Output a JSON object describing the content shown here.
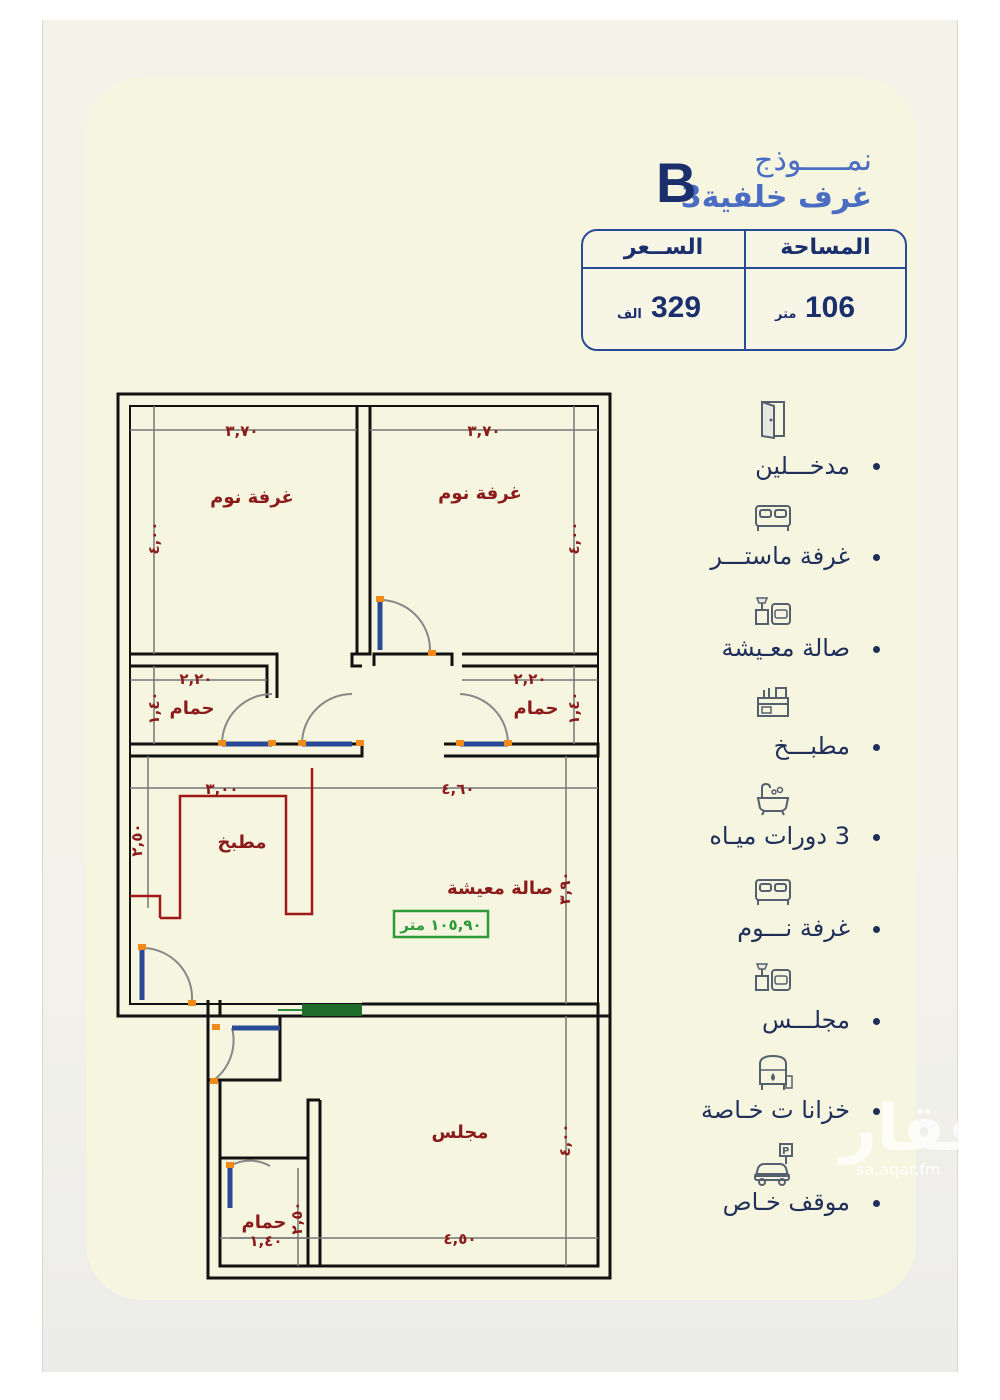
{
  "header": {
    "model_label": "نمـــــوذج",
    "model_letter": "B",
    "model_subtitle": "3غرف خلفية"
  },
  "info": {
    "area_label": "المساحة",
    "area_value": "106",
    "area_unit": "متر",
    "price_label": "الســعر",
    "price_value": "329",
    "price_unit": "الف"
  },
  "features": [
    {
      "label": "مدخـــلين",
      "icon": "door-icon"
    },
    {
      "label": "غرفة ماستـــر",
      "icon": "bed-icon"
    },
    {
      "label": "صالة معـيشة",
      "icon": "living-room-icon"
    },
    {
      "label": "مطبـــخ",
      "icon": "kitchen-icon"
    },
    {
      "label": "3 دورات ميـاه",
      "icon": "bathtub-icon"
    },
    {
      "label": "غرفة نـــوم",
      "icon": "bed-icon"
    },
    {
      "label": "مجلـــس",
      "icon": "sofa-icon"
    },
    {
      "label": "خزانا ت خـاصة",
      "icon": "water-tank-icon"
    },
    {
      "label": "موقف خـاص",
      "icon": "parking-icon"
    }
  ],
  "plan": {
    "rooms": {
      "bedroom_left": "غرفة نوم",
      "bedroom_right": "غرفة نوم",
      "bath_left": "حمام",
      "bath_right": "حمام",
      "kitchen": "مطبخ",
      "living": "صالة معيشة",
      "majlis": "مجلس",
      "bath_bottom": "حمام"
    },
    "dims": {
      "bed_left_w": "٣,٧٠",
      "bed_left_h": "٤,٠٠",
      "bed_right_w": "٣,٧٠",
      "bed_right_h": "٤,٠٠",
      "bath_left_w": "٢,٢٠",
      "bath_left_h": "١,٤٠",
      "bath_right_w": "٢,٢٠",
      "bath_right_h": "١,٤٠",
      "kitchen_w": "٣,٠٠",
      "kitchen_h": "٢,٥٠",
      "living_w": "٤,٦٠",
      "living_h": "٣,٩٠",
      "majlis_w": "٤,٥٠",
      "majlis_h": "٤,٠٠",
      "bath_bottom_w": "١,٤٠",
      "bath_bottom_h": "٢,٥٠"
    },
    "total_area": "١٠٥,٩٠ متر"
  },
  "watermark": {
    "text": "عقار",
    "sub": "sa.aqar.fm"
  }
}
